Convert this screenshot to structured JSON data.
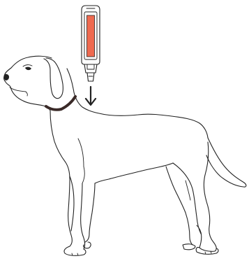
{
  "diagram": {
    "subject": "dog",
    "device": "spot-on pipette",
    "colors": {
      "outline": "#222222",
      "liquid": "#ef6a50",
      "collar": "#3a2a28",
      "arrow": "#222222",
      "background": "#ffffff"
    },
    "icons": [
      "pipette-icon",
      "down-arrow-icon",
      "dog-illustration",
      "dog-collar"
    ]
  }
}
